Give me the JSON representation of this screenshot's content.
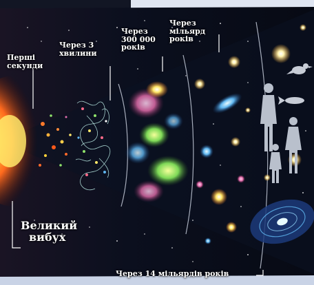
{
  "labels": {
    "first_seconds_line1": "Перші",
    "first_seconds_line2": "секунди",
    "three_minutes_line1": "Через 3",
    "three_minutes_line2": "хвилини",
    "years_300k_line1": "Через",
    "years_300k_line2": "300 000",
    "years_300k_line3": "років",
    "billion_line1": "Через",
    "billion_line2": "мільярд",
    "billion_line3": "років",
    "big_bang_line1": "Великий",
    "big_bang_line2": "вибух",
    "fourteen_billion": "Через 14 мільярдів років"
  },
  "colors": {
    "space": "#0a0d18",
    "frame_light": "#c9d3e6",
    "blast_core": "#ffe25a",
    "blast_outer": "#ff5a1a",
    "nebula_green": "#8fe36b",
    "nebula_pink": "#e66fb1",
    "galaxy_blue": "#4aa0e6",
    "figure_grey": "#b9c0cc"
  }
}
